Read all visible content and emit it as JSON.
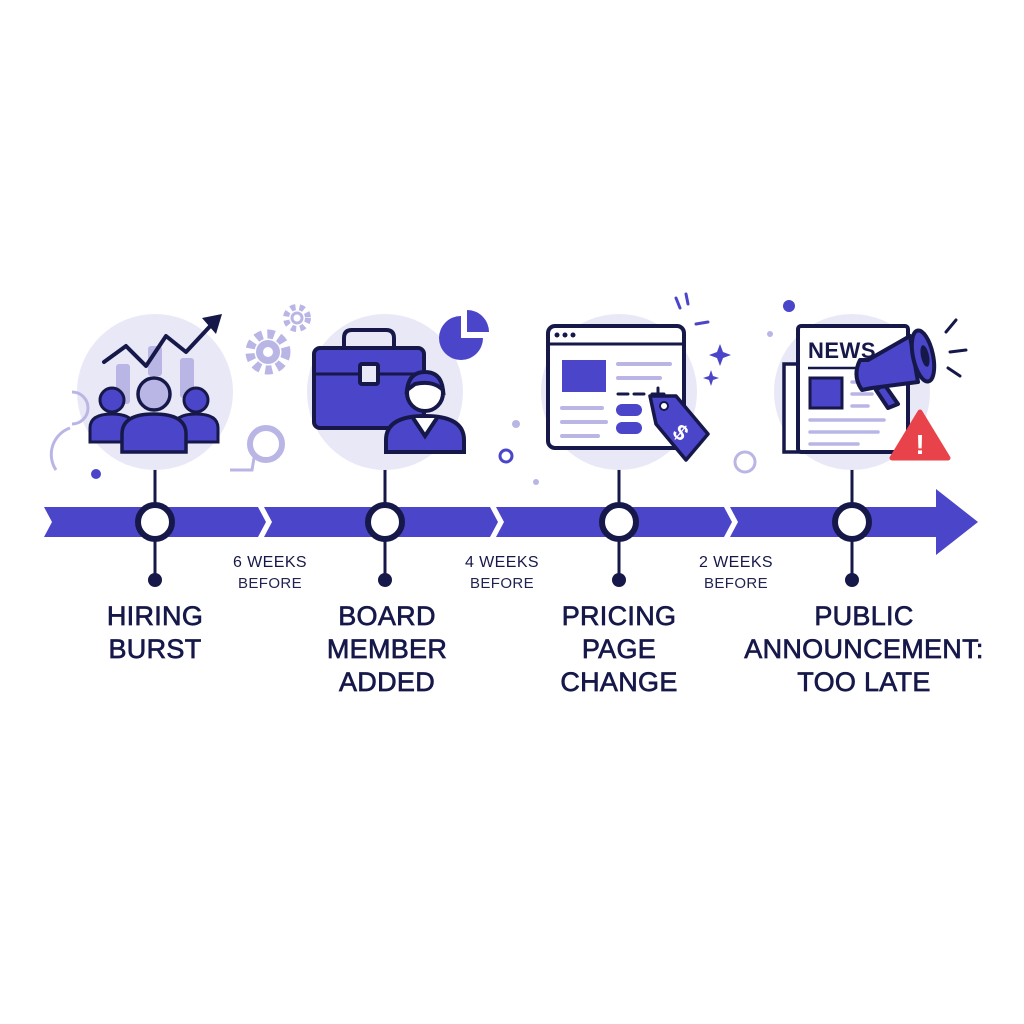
{
  "stages": [
    {
      "title_lines": [
        "HIRING",
        "BURST"
      ]
    },
    {
      "title_lines": [
        "BOARD",
        "MEMBER",
        "ADDED"
      ]
    },
    {
      "title_lines": [
        "PRICING",
        "PAGE",
        "CHANGE"
      ]
    },
    {
      "title_lines": [
        "PUBLIC",
        "ANNOUNCEMENT:",
        "TOO LATE"
      ]
    }
  ],
  "intervals": [
    {
      "lines": [
        "6 WEEKS",
        "BEFORE"
      ]
    },
    {
      "lines": [
        "4 WEEKS",
        "BEFORE"
      ]
    },
    {
      "lines": [
        "2 WEEKS",
        "BEFORE"
      ]
    }
  ],
  "icons": {
    "news_label": "NEWS",
    "price_tag_symbol": "$",
    "warning_symbol": "!"
  },
  "colors": {
    "primary": "#4b45c9",
    "dark": "#16184a",
    "soft": "#e9e8f7",
    "muted": "#b9b6e6",
    "alert": "#e8434b"
  }
}
